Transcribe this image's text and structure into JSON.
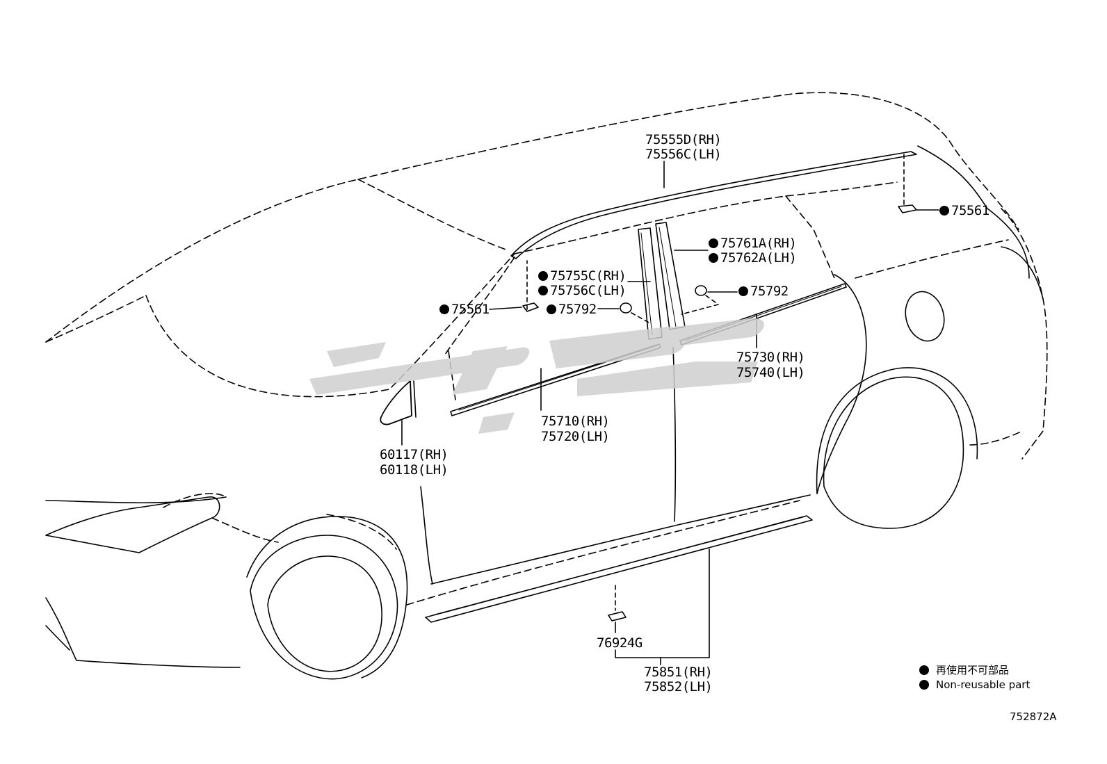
{
  "diagram": {
    "labels": {
      "roof_molding_rh": "75555D(RH)",
      "roof_molding_lh": "75556C(LH)",
      "clip_rear": "75561",
      "clip_front": "75561",
      "pillar_rear_rh": "75761A(RH)",
      "pillar_rear_lh": "75762A(LH)",
      "pillar_front_rh": "75755C(RH)",
      "pillar_front_lh": "75756C(LH)",
      "clip_792_front": "75792",
      "clip_792_rear": "75792",
      "rear_belt_rh": "75730(RH)",
      "rear_belt_lh": "75740(LH)",
      "front_belt_rh": "75710(RH)",
      "front_belt_lh": "75720(LH)",
      "quarter_rh": "60117(RH)",
      "quarter_lh": "60118(LH)",
      "rocker_clip": "76924G",
      "rocker_rh": "75851(RH)",
      "rocker_lh": "75852(LH)"
    },
    "legend": {
      "jp": "再使用不可部品",
      "en": "Non-reusable part"
    },
    "figure_code": "752872A"
  }
}
